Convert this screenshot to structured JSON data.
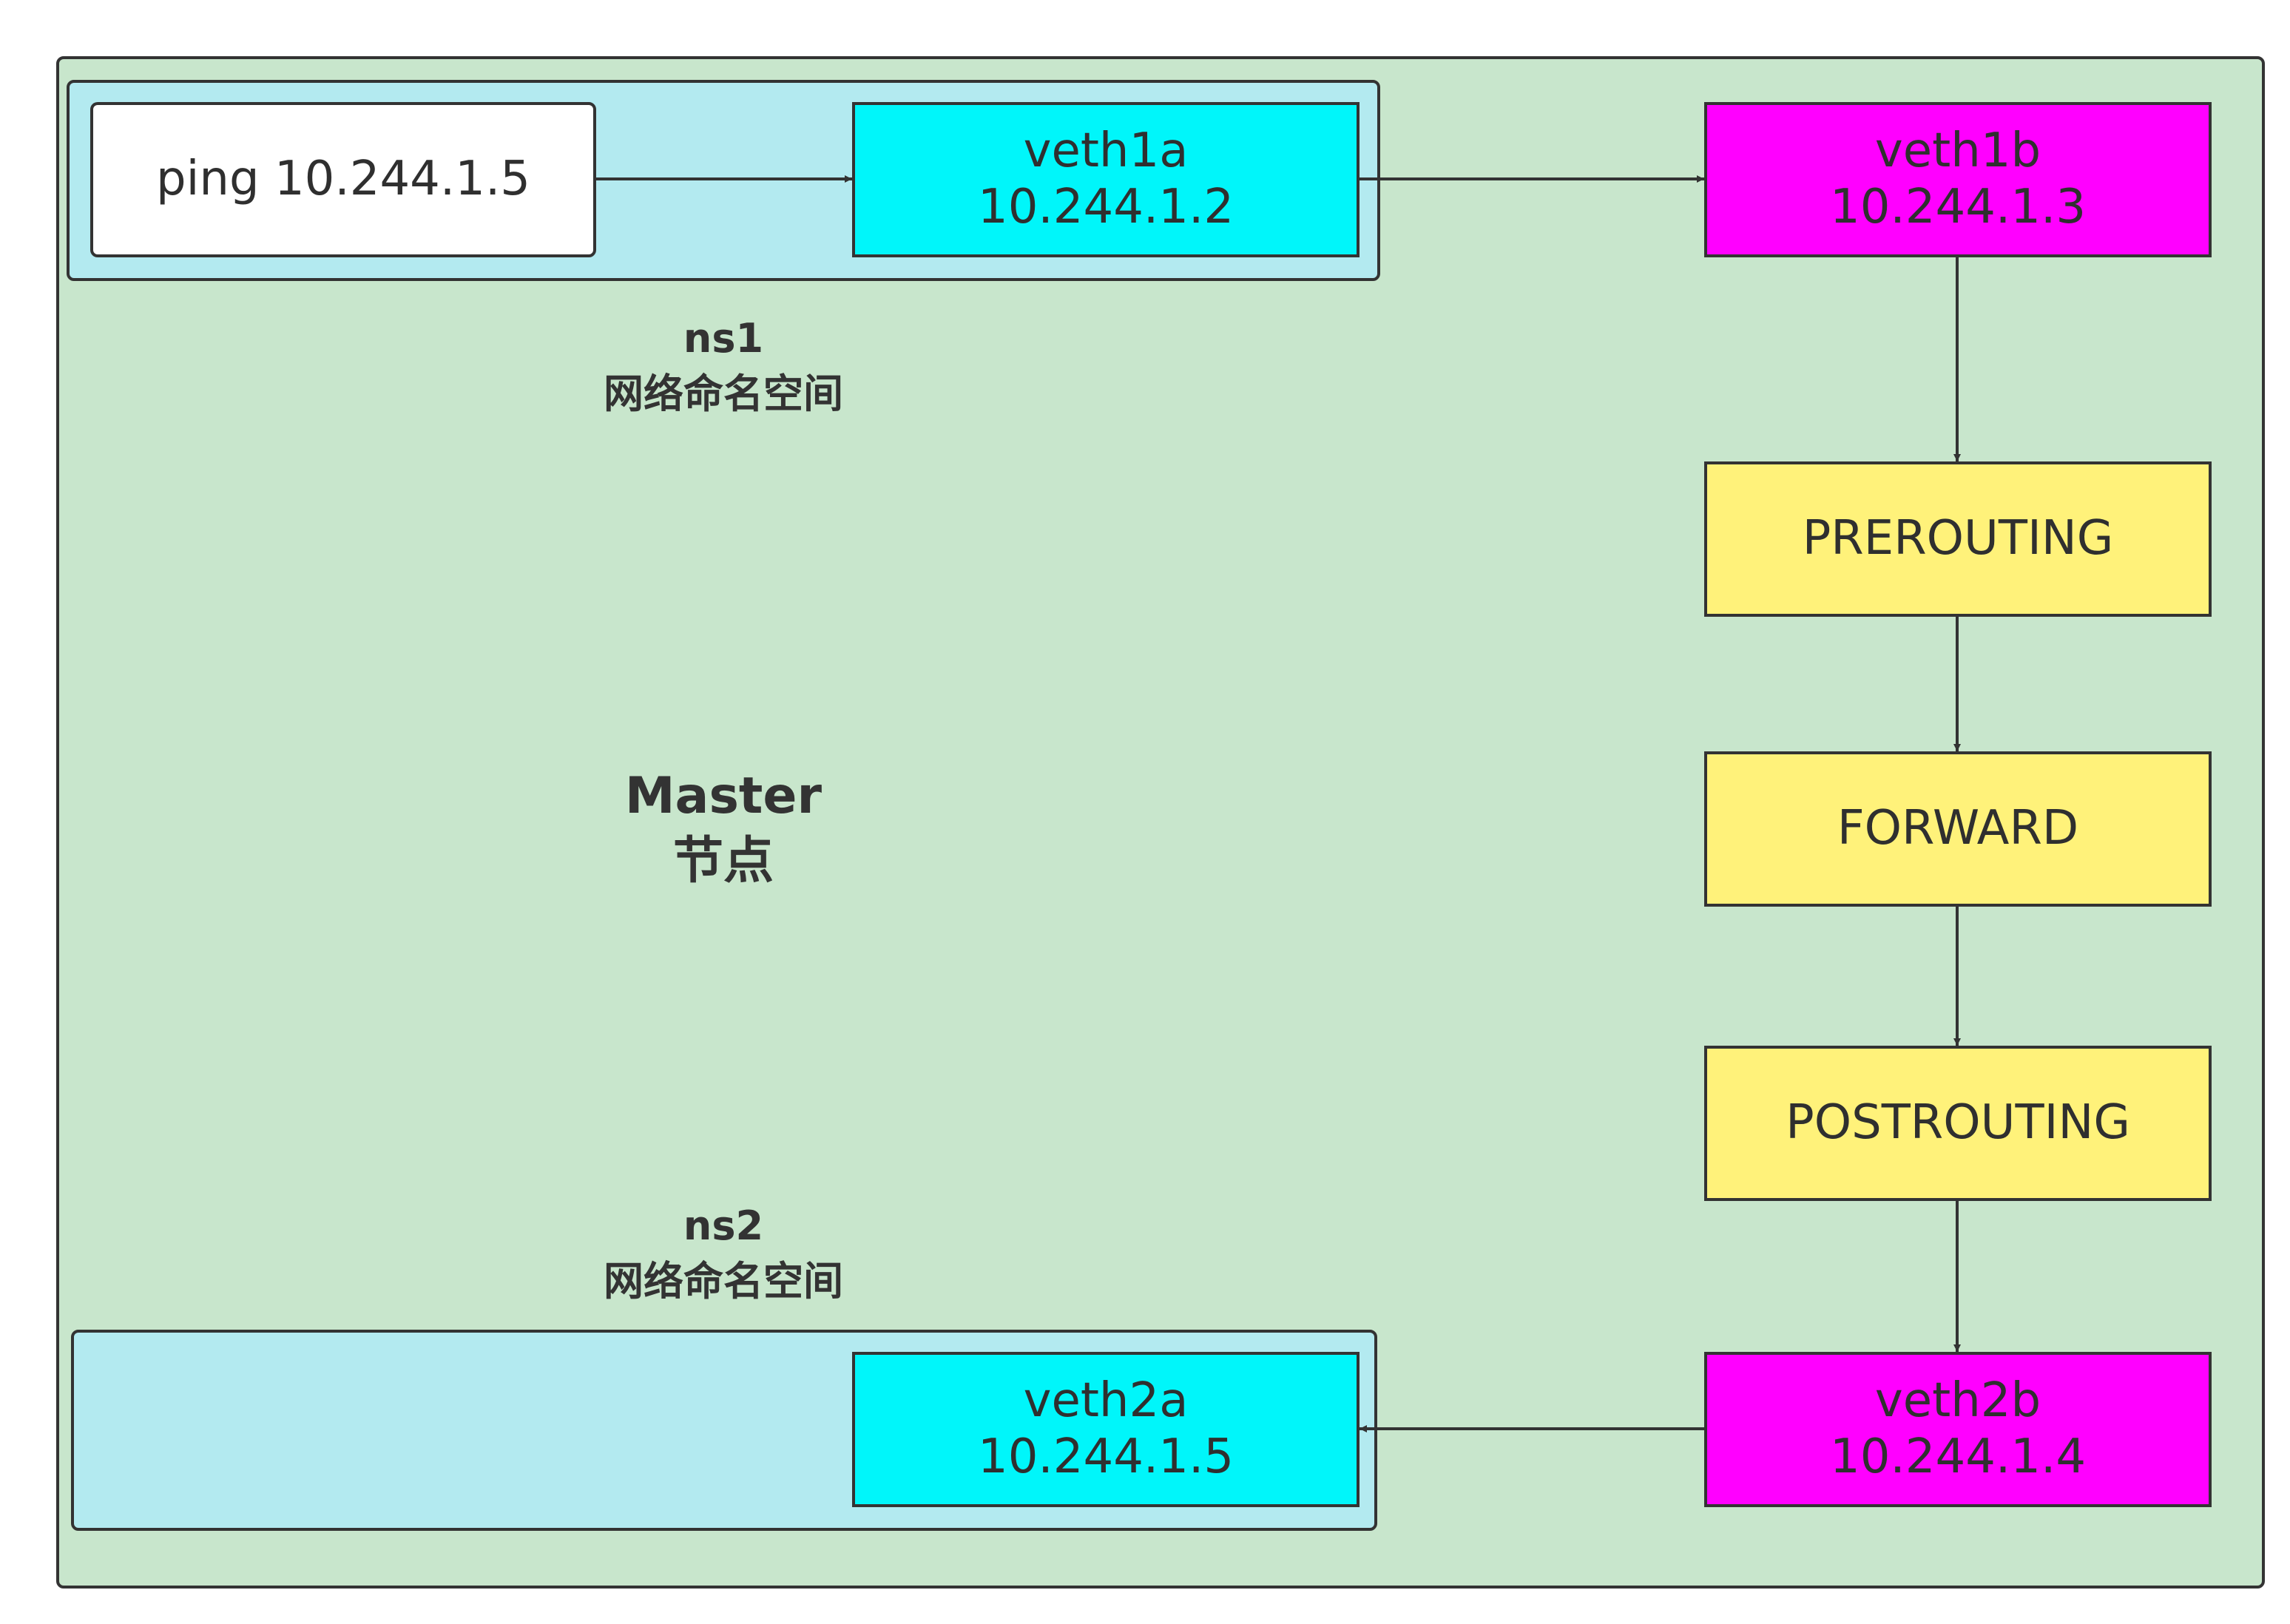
{
  "master": {
    "title": "Master",
    "subtitle": "节点"
  },
  "ns1": {
    "title": "ns1",
    "subtitle": "网络命名空间"
  },
  "ns2": {
    "title": "ns2",
    "subtitle": "网络命名空间"
  },
  "nodes": {
    "ping": {
      "label": "ping 10.244.1.5"
    },
    "veth1a": {
      "name": "veth1a",
      "ip": "10.244.1.2"
    },
    "veth1b": {
      "name": "veth1b",
      "ip": "10.244.1.3"
    },
    "prerouting": {
      "label": "PREROUTING"
    },
    "forward": {
      "label": "FORWARD"
    },
    "postrouting": {
      "label": "POSTROUTING"
    },
    "veth2b": {
      "name": "veth2b",
      "ip": "10.244.1.4"
    },
    "veth2a": {
      "name": "veth2a",
      "ip": "10.244.1.5"
    }
  },
  "colors": {
    "master_bg": "#c8e6cc",
    "namespace_bg": "#b3eaf0",
    "veth_ns_side": "#00f6fa",
    "veth_host_side": "#ff00ff",
    "netfilter_chain": "#fff27a",
    "command_box": "#ffffff",
    "stroke": "#333333"
  }
}
